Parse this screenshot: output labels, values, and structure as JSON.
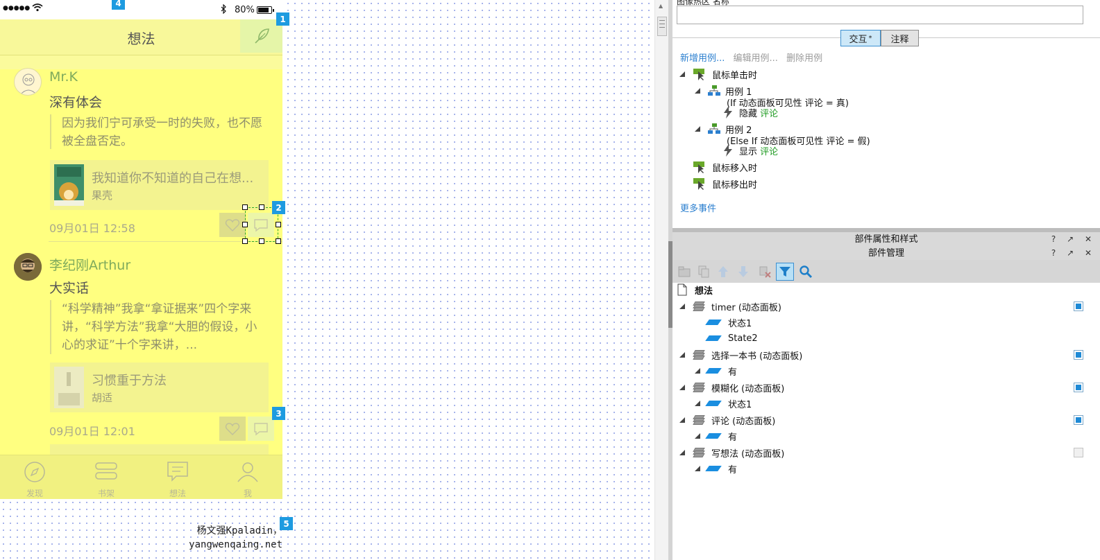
{
  "phone": {
    "status": {
      "signal": "●●●●●",
      "battery": "80%"
    },
    "nav_title": "想法",
    "posts": [
      {
        "user": "Mr.K",
        "title": "深有体会",
        "quote": "因为我们宁可承受一时的失败，也不愿被全盘否定。",
        "book_title": "我知道你不知道的自己在想...",
        "book_author": "果壳",
        "time": "09月01日 12:58"
      },
      {
        "user": "李纪刚Arthur",
        "title": "大实话",
        "quote": "“科学精神”我拿“拿证据来”四个字来讲，“科学方法”我拿“大胆的假设，小心的求证”十个字来讲，...",
        "book_title": "习惯重于方法",
        "book_author": "胡适",
        "time": "09月01日 12:01"
      }
    ],
    "tabs": [
      "发现",
      "书架",
      "想法",
      "我"
    ]
  },
  "markers": [
    "1",
    "2",
    "3",
    "4",
    "5"
  ],
  "watermark": {
    "line1": "杨文强Kpaladin，",
    "line2": "yangwenqaing.net"
  },
  "interactions": {
    "name_label": "图像热区 名称",
    "tab_interact": "交互",
    "tab_interact_mark": "*",
    "tab_notes": "注释",
    "case_add": "新增用例...",
    "case_edit": "编辑用例...",
    "case_delete": "删除用例",
    "event_click": "鼠标单击时",
    "case1_name": "用例 1",
    "case1_cond": "(If 动态面板可见性 评论 = 真)",
    "case1_action": "隐藏",
    "case1_target": "评论",
    "case2_name": "用例 2",
    "case2_cond": "(Else If 动态面板可见性 评论 = 假)",
    "case2_action": "显示",
    "case2_target": "评论",
    "event_mouseenter": "鼠标移入时",
    "event_mouseleave": "鼠标移出时",
    "more_events": "更多事件"
  },
  "panels": {
    "props_title": "部件属性和样式",
    "manager_title": "部件管理",
    "ctrls": "? ↗ ✕"
  },
  "outline": {
    "page": "想法",
    "items": [
      {
        "name": "timer (动态面板)",
        "checked": true,
        "states": [
          "状态1",
          "State2"
        ]
      },
      {
        "name": "选择一本书 (动态面板)",
        "checked": true,
        "states": [
          "有"
        ]
      },
      {
        "name": "模糊化 (动态面板)",
        "checked": true,
        "states": [
          "状态1"
        ]
      },
      {
        "name": "评论 (动态面板)",
        "checked": true,
        "states": [
          "有"
        ]
      },
      {
        "name": "写想法 (动态面板)",
        "checked": false,
        "states": [
          "有"
        ]
      }
    ]
  },
  "colors": {
    "phone_bg": "#ffff80",
    "accent": "#1e9be0",
    "link": "#2b7fcf",
    "green": "#1f9b22"
  }
}
